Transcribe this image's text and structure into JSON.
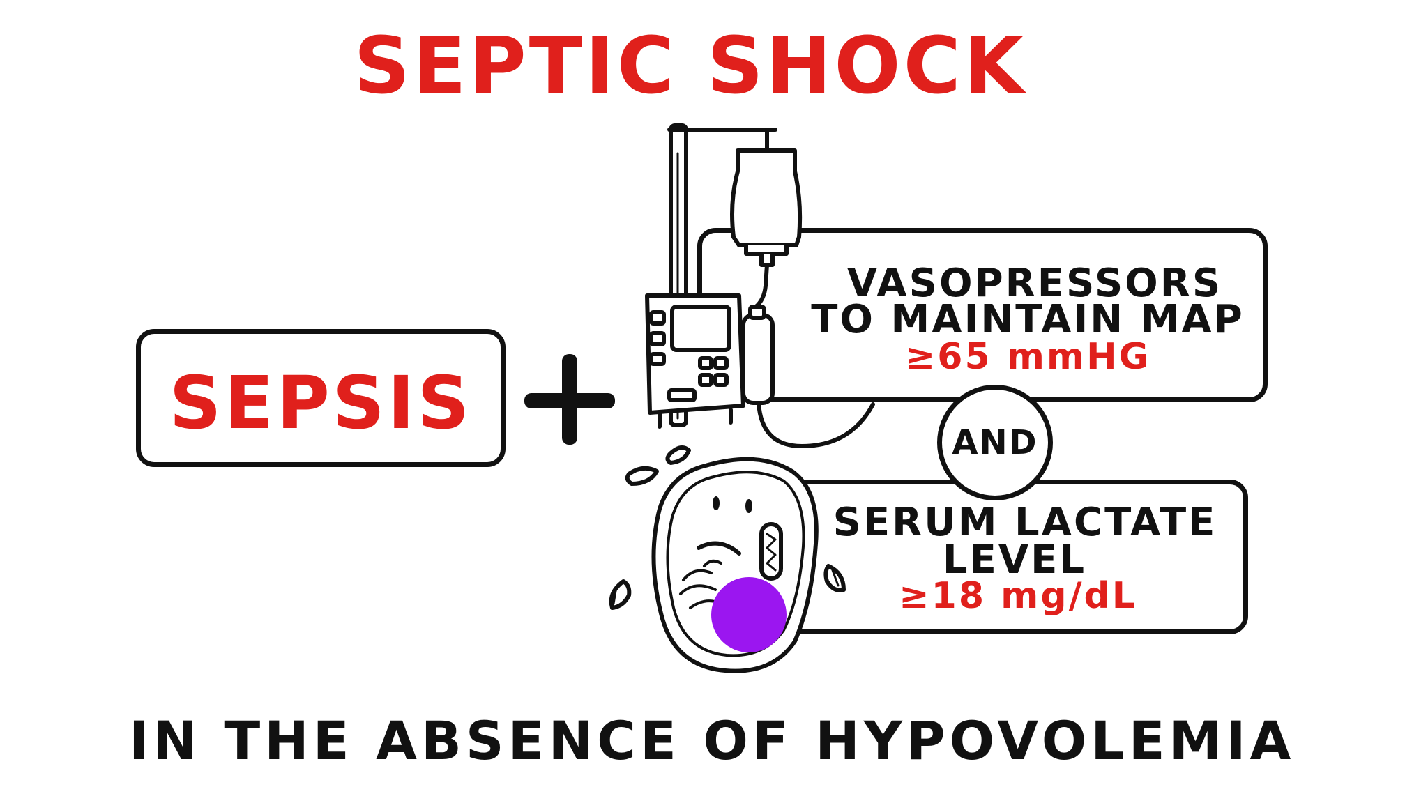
{
  "title": "SEPTIC SHOCK",
  "sepsis_label": "SEPSIS",
  "vasopressors": {
    "line1": "VASOPRESSORS",
    "line2": "TO MAINTAIN MAP",
    "value": "≥65 mmHG"
  },
  "connector": "AND",
  "lactate": {
    "line1": "SERUM LACTATE",
    "line2": "LEVEL",
    "value": "≥18 mg/dL"
  },
  "footer": "IN THE ABSENCE OF HYPOVOLEMIA",
  "colors": {
    "accent_red": "#e0201c",
    "ink": "#111111",
    "nucleus_purple": "#9b16f0"
  },
  "icons": [
    "iv-pump-icon",
    "cell-icon",
    "plus-icon"
  ]
}
